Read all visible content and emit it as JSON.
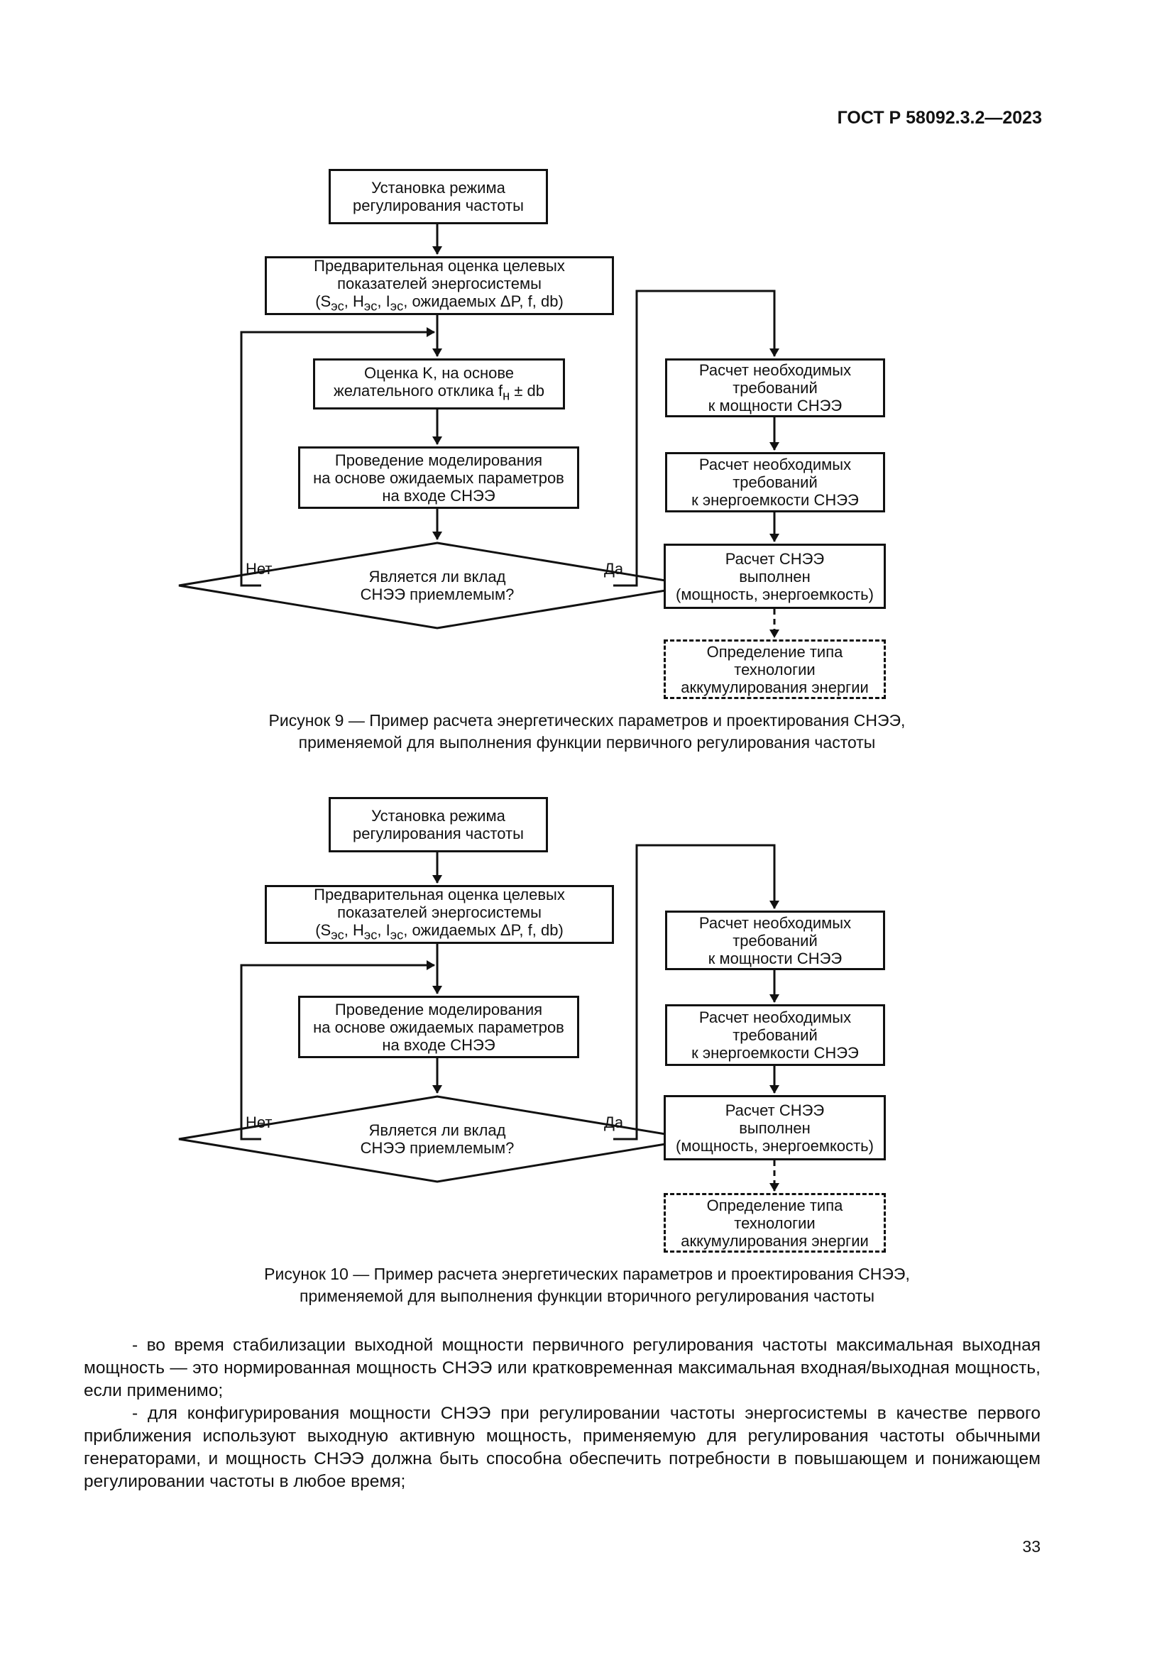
{
  "header": {
    "doc_code": "ГОСТ Р 58092.3.2—2023"
  },
  "fig9": {
    "box_setup": [
      "Установка режима",
      "регулирования частоты"
    ],
    "box_prelim": [
      "Предварительная оценка целевых",
      "показателей энергосистемы"
    ],
    "box_prelim_line3": {
      "open": "(S",
      "sub1": "эс",
      "mid1": ", H",
      "sub2": "эс",
      "mid2": ", I",
      "sub3": "эс",
      "tail": ", ожидаемых ΔP, f, db)"
    },
    "box_k": {
      "l1": "Оценка K, на основе",
      "l2a": "желательного отклика f",
      "l2sub": "н",
      "l2b": " ± db"
    },
    "box_model": [
      "Проведение моделирования",
      "на основе ожидаемых параметров",
      "на входе СНЭЭ"
    ],
    "decision": [
      "Является ли вклад",
      "СНЭЭ приемлемым?"
    ],
    "label_no": "Нет",
    "label_yes": "Да",
    "box_power": [
      "Расчет необходимых",
      "требований",
      "к мощности СНЭЭ"
    ],
    "box_energy": [
      "Расчет необходимых",
      "требований",
      "к энергоемкости СНЭЭ"
    ],
    "box_done": [
      "Расчет СНЭЭ",
      "выполнен",
      "(мощность, энергоемкость)"
    ],
    "box_tech": [
      "Определение типа",
      "технологии",
      "аккумулирования энергии"
    ],
    "caption": [
      "Рисунок 9 — Пример расчета энергетических параметров и проектирования СНЭЭ,",
      "применяемой для выполнения функции первичного регулирования частоты"
    ]
  },
  "fig10": {
    "box_setup": [
      "Установка режима",
      "регулирования частоты"
    ],
    "box_prelim": [
      "Предварительная оценка целевых",
      "показателей энергосистемы"
    ],
    "box_prelim_line3": {
      "open": "(S",
      "sub1": "эс",
      "mid1": ", H",
      "sub2": "эс",
      "mid2": ", I",
      "sub3": "эс",
      "tail": ", ожидаемых ΔP, f, db)"
    },
    "box_model": [
      "Проведение моделирования",
      "на основе ожидаемых параметров",
      "на входе СНЭЭ"
    ],
    "decision": [
      "Является ли вклад",
      "СНЭЭ приемлемым?"
    ],
    "label_no": "Нет",
    "label_yes": "Да",
    "box_power": [
      "Расчет необходимых",
      "требований",
      "к мощности СНЭЭ"
    ],
    "box_energy": [
      "Расчет необходимых",
      "требований",
      "к энергоемкости СНЭЭ"
    ],
    "box_done": [
      "Расчет СНЭЭ",
      "выполнен",
      "(мощность, энергоемкость)"
    ],
    "box_tech": [
      "Определение типа",
      "технологии",
      "аккумулирования энергии"
    ],
    "caption": [
      "Рисунок 10 — Пример расчета энергетических параметров и проектирования СНЭЭ,",
      "применяемой для выполнения функции вторичного регулирования частоты"
    ]
  },
  "body": {
    "para1": "- во время стабилизации выходной мощности первичного регулирования частоты максимальная выходная мощность — это нормированная мощность СНЭЭ или кратковременная максимальная входная/выходная мощность, если применимо;",
    "para2": "- для конфигурирования мощности СНЭЭ при регулировании частоты энергосистемы в качестве первого приближения используют выходную активную мощность, применяемую для регулирования частоты обычными генераторами, и мощность СНЭЭ должна быть способна обеспечить потребности в повышающем и понижающем регулировании частоты в любое время;"
  },
  "footer": {
    "page_number": "33"
  }
}
